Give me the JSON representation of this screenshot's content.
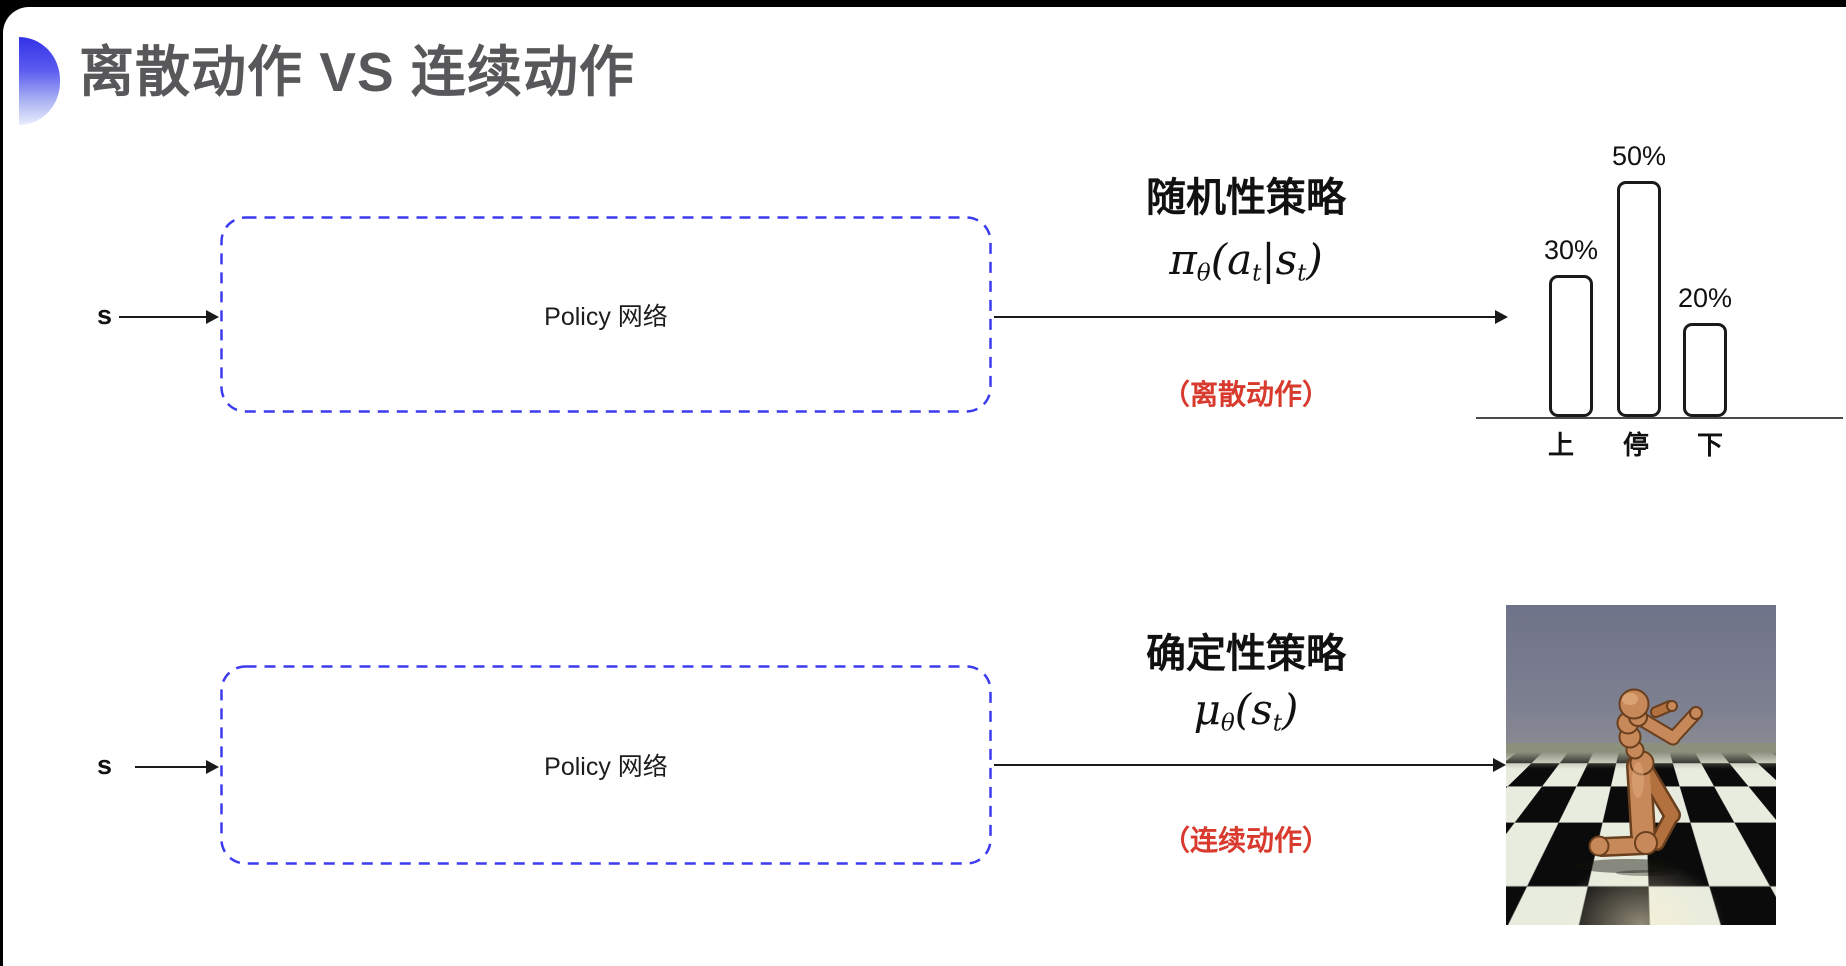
{
  "title": "离散动作 VS 连续动作",
  "top_flow": {
    "input_label": "s",
    "box_label": "Policy 网络",
    "policy_title": "随机性策略",
    "formula": {
      "base1": "π",
      "sub1": "θ",
      "base2": "(a",
      "sub2": "t",
      "base3": "|s",
      "sub3": "t",
      "base4": ")"
    },
    "action_type": "（离散动作）"
  },
  "bottom_flow": {
    "input_label": "s",
    "box_label": "Policy 网络",
    "policy_title": "确定性策略",
    "formula": {
      "base1": "μ",
      "sub1": "θ",
      "base2": "(s",
      "sub2": "t",
      "base3": ")"
    },
    "action_type": "（连续动作）",
    "illustration": "mujoco-humanoid-on-checkerboard"
  },
  "chart_data": {
    "type": "bar",
    "categories": [
      "上",
      "停",
      "下"
    ],
    "values": [
      30,
      50,
      20
    ],
    "labels": [
      "30%",
      "50%",
      "20%"
    ],
    "title": "",
    "xlabel": "",
    "ylabel": "",
    "ylim": [
      0,
      55
    ],
    "grid": false,
    "legend": false
  },
  "colors": {
    "accent_blue": "#3c3cee",
    "action_red": "#d93a2e",
    "title_gray": "#58585b",
    "bar_outline": "#1a1a1a",
    "sky": "#6f7389",
    "floor_light": "#e7ecdf",
    "floor_dark": "#0b0b0b",
    "body_tan": "#c8895a"
  }
}
